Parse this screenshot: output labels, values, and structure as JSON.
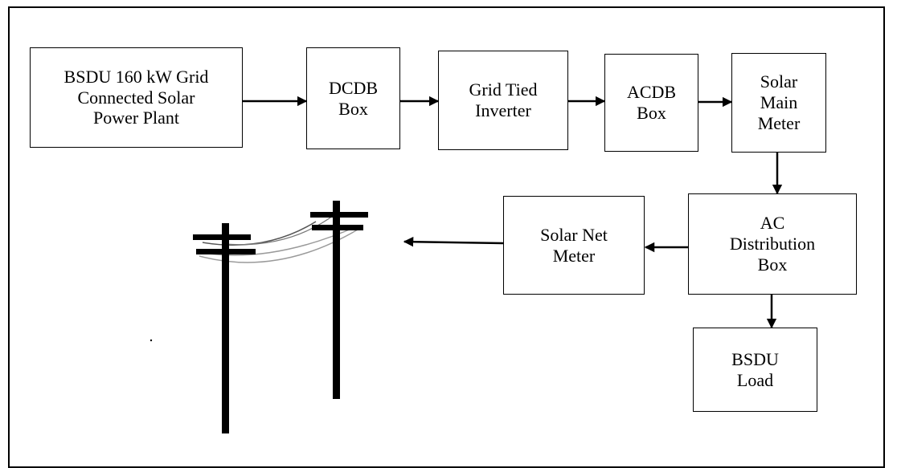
{
  "diagram": {
    "nodes": {
      "plant": "BSDU 160 kW Grid\nConnected Solar\nPower Plant",
      "dcdb": "DCDB\nBox",
      "inverter": "Grid Tied\nInverter",
      "acdb": "ACDB\nBox",
      "main_meter": "Solar\nMain\nMeter",
      "ac_distribution": "AC\nDistribution\nBox",
      "net_meter": "Solar Net\nMeter",
      "load": "BSDU\nLoad"
    },
    "edges": [
      {
        "from": "plant",
        "to": "dcdb"
      },
      {
        "from": "dcdb",
        "to": "inverter"
      },
      {
        "from": "inverter",
        "to": "acdb"
      },
      {
        "from": "acdb",
        "to": "main_meter"
      },
      {
        "from": "main_meter",
        "to": "ac_distribution"
      },
      {
        "from": "ac_distribution",
        "to": "net_meter"
      },
      {
        "from": "ac_distribution",
        "to": "load"
      },
      {
        "from": "net_meter",
        "to": "grid"
      }
    ],
    "grid_icon": "utility-poles-icon",
    "colors": {
      "line": "#000000",
      "wire_light": "#9a9a9a",
      "background": "#ffffff"
    }
  }
}
